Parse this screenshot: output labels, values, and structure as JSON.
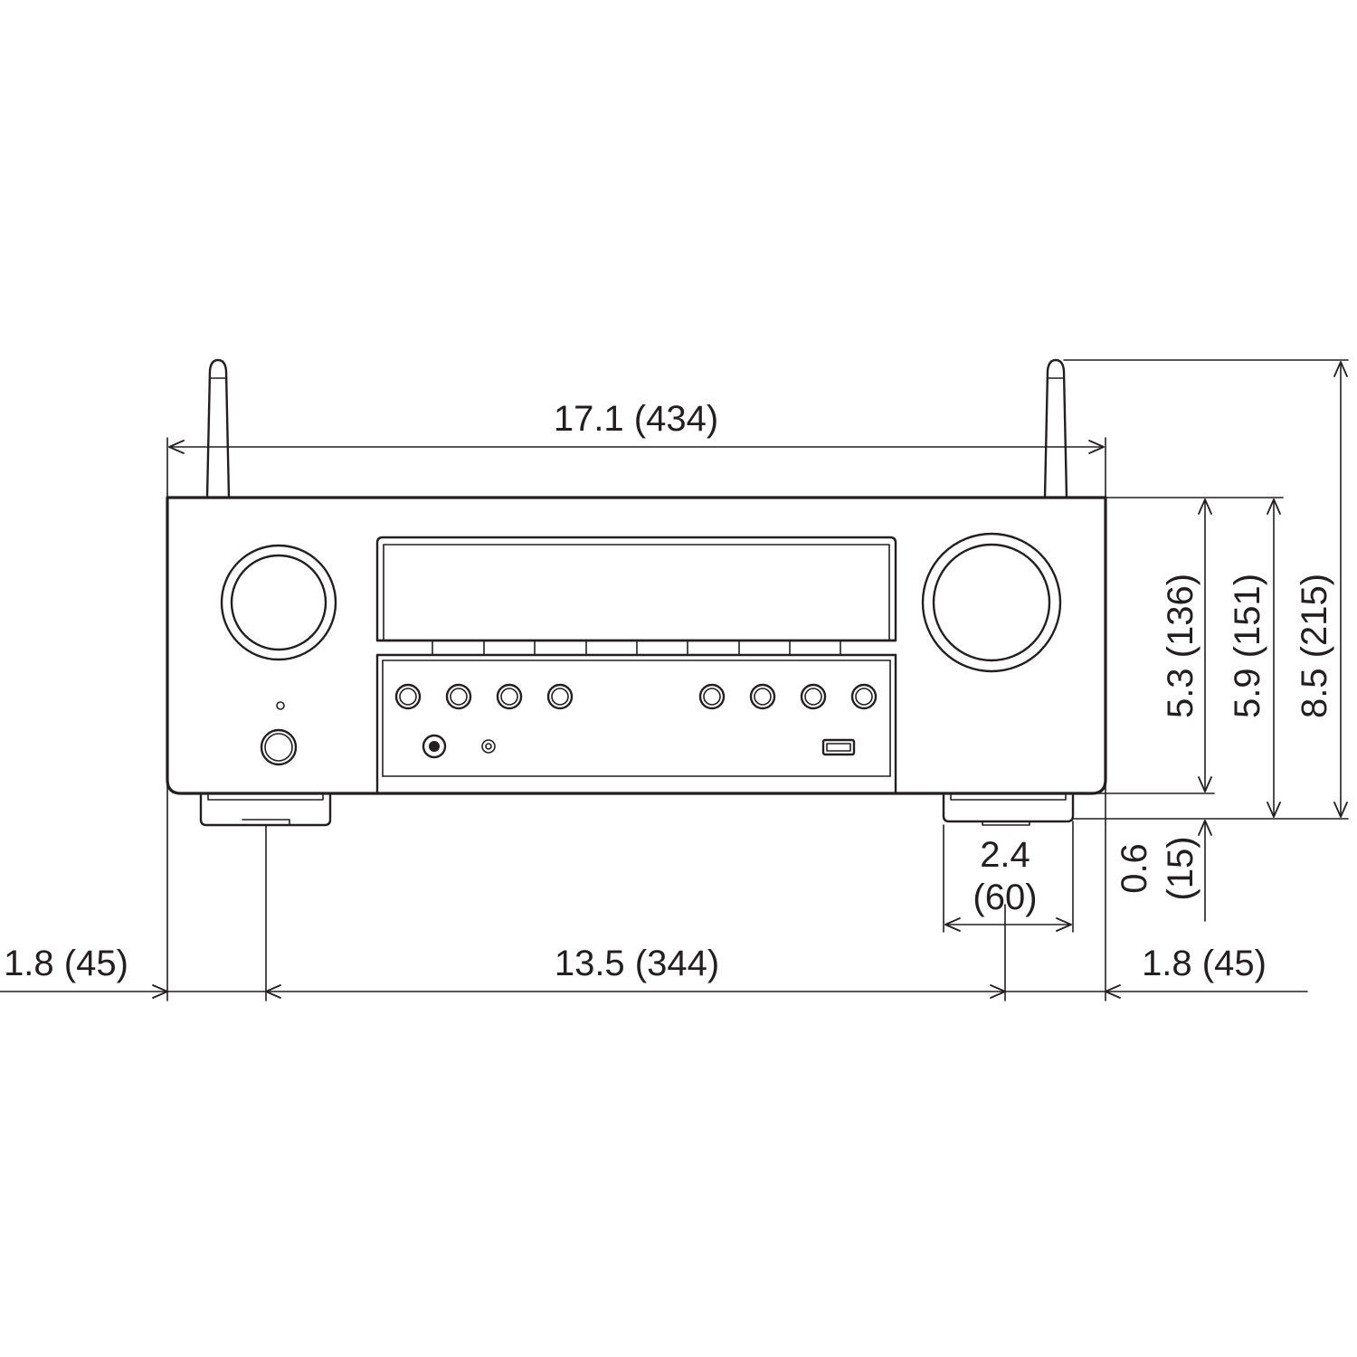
{
  "dimensions": {
    "width_total": "17.1 (434)",
    "foot_spacing": "13.5 (344)",
    "left_overhang": "1.8 (45)",
    "right_overhang": "1.8 (45)",
    "foot_width_in": "2.4",
    "foot_width_mm": "(60)",
    "body_height": "5.3 (136)",
    "height_with_feet": "5.9 (151)",
    "height_with_antennas": "8.5 (215)",
    "foot_height_in": "0.6",
    "foot_height_mm": "(15)"
  },
  "colors": {
    "line": "#231f20",
    "background": "#ffffff"
  }
}
